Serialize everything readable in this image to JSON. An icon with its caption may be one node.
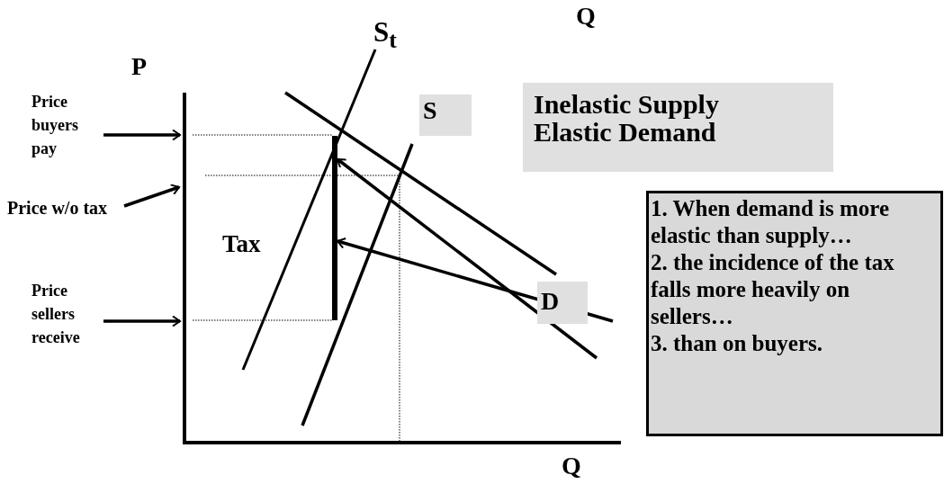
{
  "diagram": {
    "nodes": [
      {
        "text": [
          "Price buyers pay"
        ]
      },
      {
        "text": [
          "Price w/o tax"
        ]
      },
      {
        "text": [
          "Price sellers receive"
        ]
      },
      {
        "text": [
          "Inelastic Supply Elastic Demand"
        ]
      },
      {
        "text": [
          "S"
        ]
      },
      {
        "text": [
          "D"
        ]
      },
      {
        "text": [
          "1. When demand is more elastic than supply…",
          "2. the incidence of the tax falls more heavily on sellers…",
          "3. than on buyers."
        ]
      },
      {
        "text": [],
        "shape": "bar",
        "beside": [
          "Tax"
        ]
      }
    ],
    "edges": [
      {
        "from": 0,
        "to": null,
        "arrow": "to"
      },
      {
        "from": 1,
        "to": null,
        "arrow": "to"
      },
      {
        "from": 2,
        "to": null,
        "arrow": "to"
      },
      {
        "from": null,
        "to": 7,
        "arrow": "to"
      },
      {
        "from": null,
        "to": 7,
        "arrow": "to"
      }
    ],
    "labels": [
      "S$_{t}$",
      "Q",
      "P",
      "Q"
    ]
  }
}
